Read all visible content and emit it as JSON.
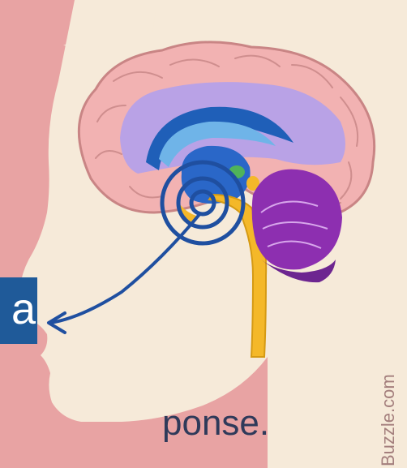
{
  "label_box": {
    "text": "a"
  },
  "caption": {
    "text": "ponse."
  },
  "watermark": {
    "text": "Buzzle.com"
  },
  "colors": {
    "background": "#e8a3a3",
    "head": "#f6ead9",
    "cerebrum": "#f2b2b2",
    "cerebrum_outline": "#c98585",
    "inner_region": "#b9a2e6",
    "limbic_blue": "#1f5fb8",
    "thalamus_light": "#6fb4e8",
    "brainstem": "#f4b829",
    "cerebellum": "#8d2fb0",
    "arrow": "#1f4fa0",
    "label_box": "#1f5a99"
  }
}
